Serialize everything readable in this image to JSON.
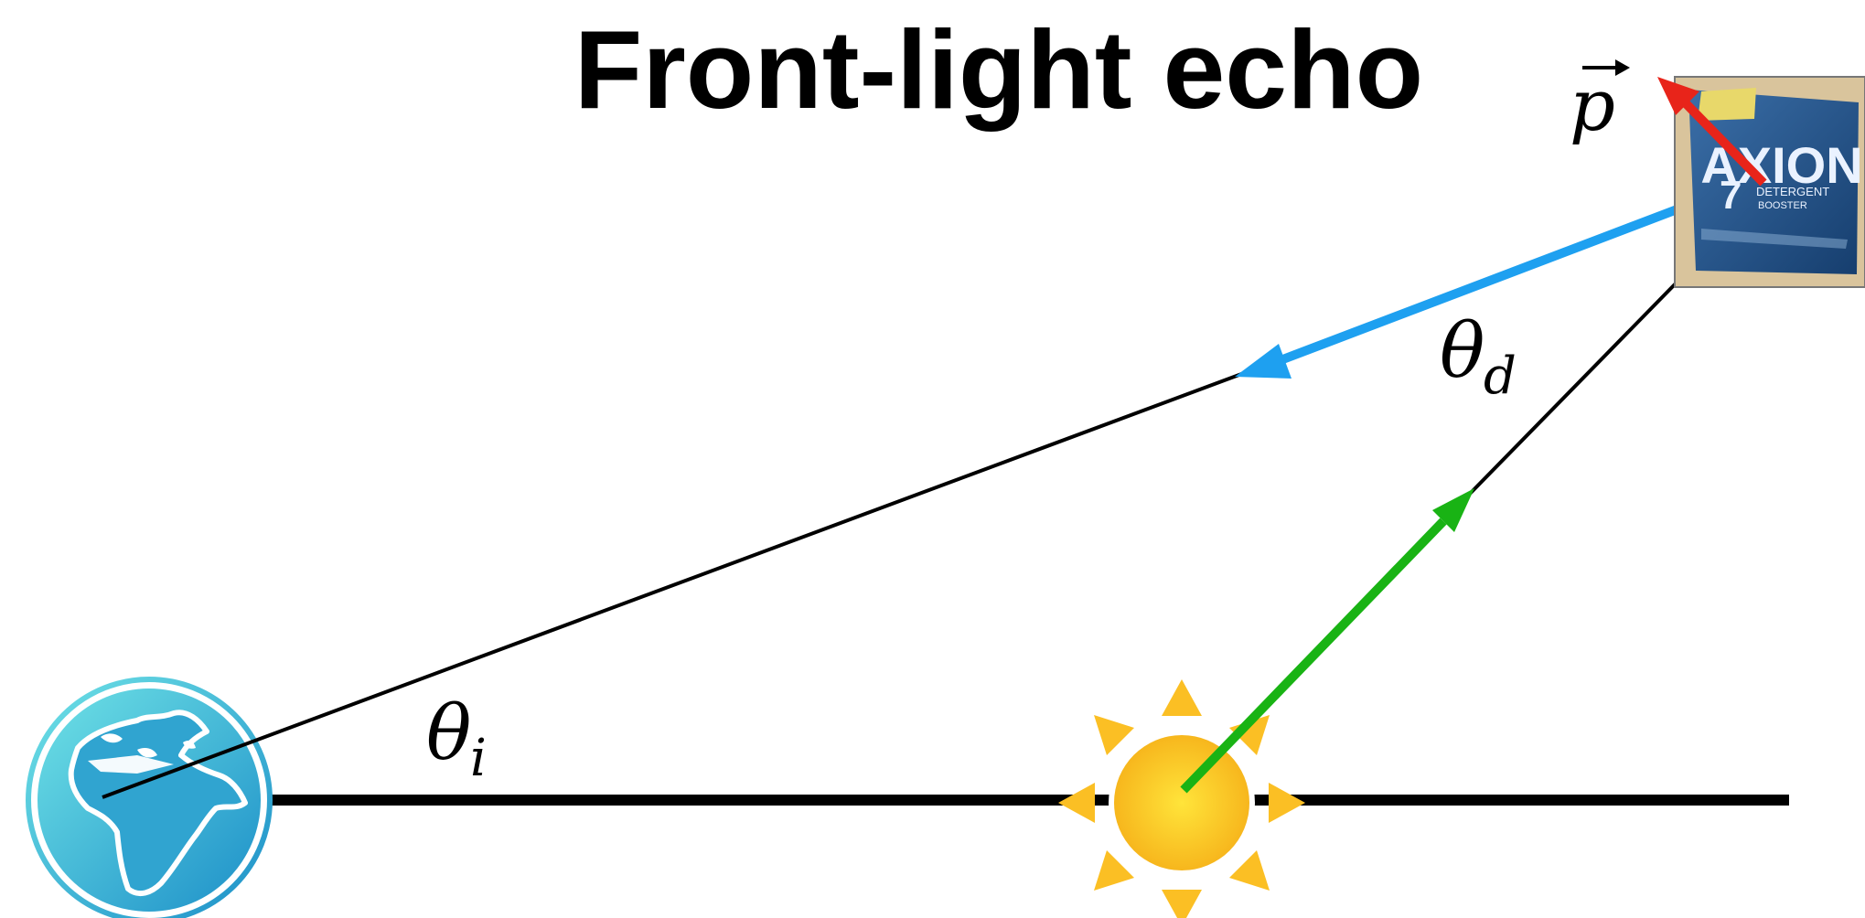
{
  "title": "Front-light echo",
  "labels": {
    "p_vector": "p",
    "theta_d": "θ",
    "theta_d_sub": "d",
    "theta_i": "θ",
    "theta_i_sub": "i"
  },
  "box_text": {
    "brand": "AXION",
    "number": "7",
    "small1": "DETERGENT",
    "small2": "BOOSTER"
  },
  "icons": {
    "earth": "earth-globe-icon",
    "sun": "sun-icon",
    "axion_box": "axion-detergent-box-image"
  },
  "colors": {
    "blue_arrow": "#1ea0f0",
    "green_arrow": "#19b314",
    "red_arrow": "#e8241a",
    "sun": "#fbbf24",
    "earth": "#2fb5d6"
  }
}
